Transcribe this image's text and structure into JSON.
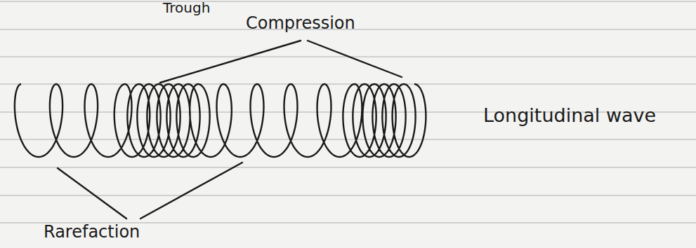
{
  "diagram": {
    "labels": [
      "Trough",
      "Compression",
      "Longitudinal wave",
      "Rarefaction"
    ]
  }
}
